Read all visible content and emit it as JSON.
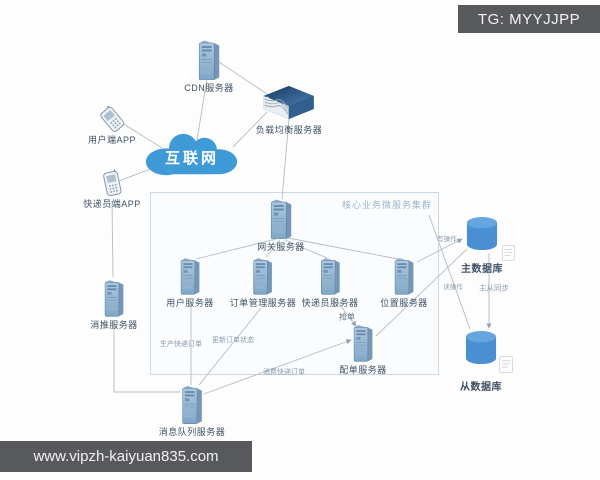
{
  "overlays": {
    "tg_badge": "TG: MYYJJPP",
    "watermark": "www.vipzh-kaiyuan835.com"
  },
  "diagram": {
    "cloud_label": "互联网",
    "cluster_title": "核心业务微服务集群",
    "nodes": {
      "cdn": "CDN服务器",
      "load_balancer": "负载均衡服务器",
      "user_app": "用户端APP",
      "courier_app": "快递员端APP",
      "gateway": "网关服务器",
      "user_server": "用户服务器",
      "order_server": "订单管理服务器",
      "courier_server": "快递员服务器",
      "location_server": "位置服务器",
      "dispatch_server": "配单服务器",
      "push_server": "消推服务器",
      "mq_server": "消息队列服务器",
      "master_db": "主数据库",
      "slave_db": "从数据库"
    },
    "edge_labels": {
      "produce_order": "生产快递订单",
      "update_status": "更新订单状态",
      "consume_order": "消费快递订单",
      "grab_order": "抢单",
      "write_op": "写操作",
      "read_op": "读操作",
      "sync": "主从同步"
    },
    "colors": {
      "cloud": "#3f9bd8",
      "database": "#4a8fd2",
      "badge_bg": "#57595c",
      "line": "#b3bcc6"
    }
  }
}
